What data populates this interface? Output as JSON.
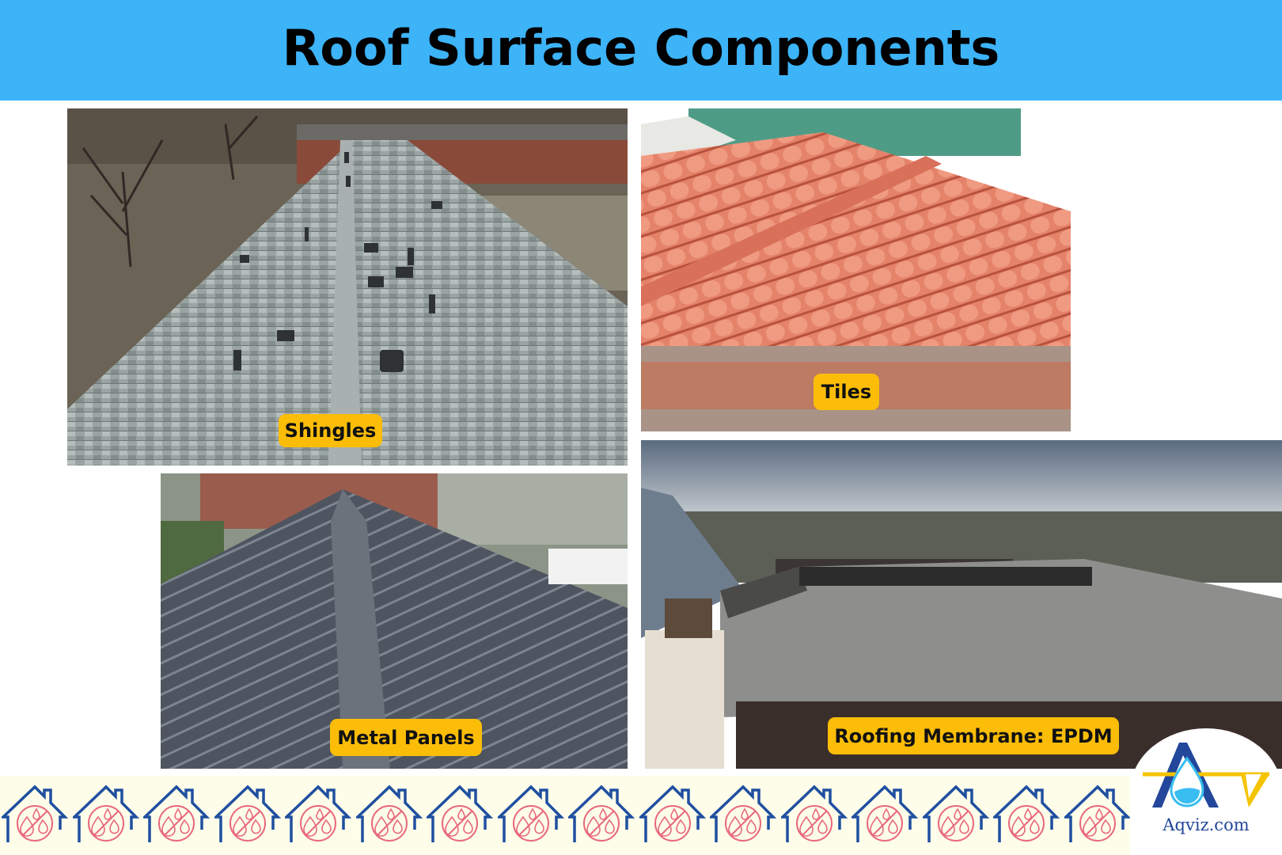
{
  "header": {
    "title": "Roof Surface Components",
    "background": "#3db3f8"
  },
  "panels": [
    {
      "id": "shingles",
      "label": "Shingles",
      "description": "Gray asphalt shingle roof with vents"
    },
    {
      "id": "tiles",
      "label": "Tiles",
      "description": "Terracotta clay tile roof"
    },
    {
      "id": "metal",
      "label": "Metal Panels",
      "description": "Dark gray standing seam metal roof"
    },
    {
      "id": "epdm",
      "label": "Roofing Membrane: EPDM",
      "description": "Flat roof with EPDM membrane"
    }
  ],
  "label_color": "#fbbd08",
  "icon_strip": {
    "icon": "house-no-water-icon",
    "count": 16,
    "house_color": "#1f4fa0",
    "symbol_color": "#e8697a",
    "background": "#fdfdea"
  },
  "logo": {
    "text": "Aqviz.com",
    "primary": "#23479b",
    "accent": "#f5c400",
    "drop": "#38bdf0"
  }
}
